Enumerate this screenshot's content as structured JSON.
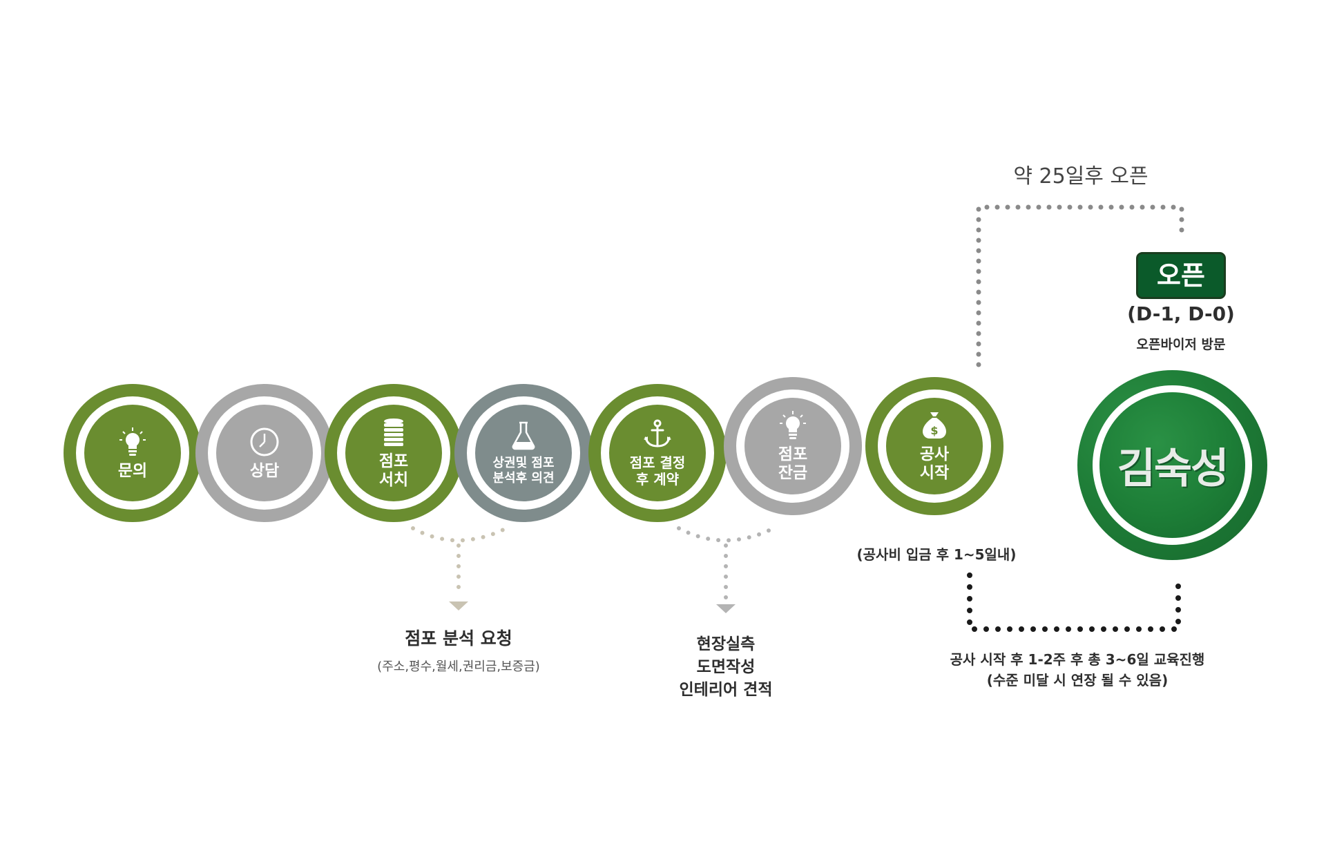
{
  "steps": [
    {
      "label": "문의",
      "icon": "lightbulb-icon",
      "color": "#6a8d30"
    },
    {
      "label": "상담",
      "icon": "clock-icon",
      "color": "#a7a7a7"
    },
    {
      "label": "점포\n서치",
      "icon": "coin-stack-icon",
      "color": "#6a8d30"
    },
    {
      "label": "상권및 점포\n분석후 의견",
      "icon": "flask-icon",
      "color": "#7f8c8c"
    },
    {
      "label": "점포 결정\n후 계약",
      "icon": "anchor-icon",
      "color": "#6a8d30"
    },
    {
      "label": "점포\n잔금",
      "icon": "lightbulb-icon",
      "color": "#a7a7a7"
    },
    {
      "label": "공사\n시작",
      "icon": "money-bag-icon",
      "color": "#6a8d30"
    }
  ],
  "notes": {
    "store_analysis": {
      "title": "점포 분석 요청",
      "detail": "(주소,평수,월세,권리금,보증금)"
    },
    "site_survey": {
      "text": "현장실측\n도면작성\n인테리어 견적"
    },
    "construction_deposit": {
      "text": "(공사비 입금 후 1~5일내)"
    },
    "training": {
      "text": "공사 시작 후 1-2주 후 총 3~6일 교육진행\n(수준 미달 시 연장 될 수 있음)"
    }
  },
  "open": {
    "timeline": "약 25일후 오픈",
    "badge": "오픈",
    "days": "(D-1, D-0)",
    "visit": "오픈바이저 방문"
  },
  "brand": {
    "name": "김숙성"
  },
  "colors": {
    "green": "#6a8d30",
    "gray": "#a7a7a7",
    "slate": "#7f8c8c",
    "open_badge": "#0b5a2a",
    "brand_green": "#1d7e37"
  }
}
